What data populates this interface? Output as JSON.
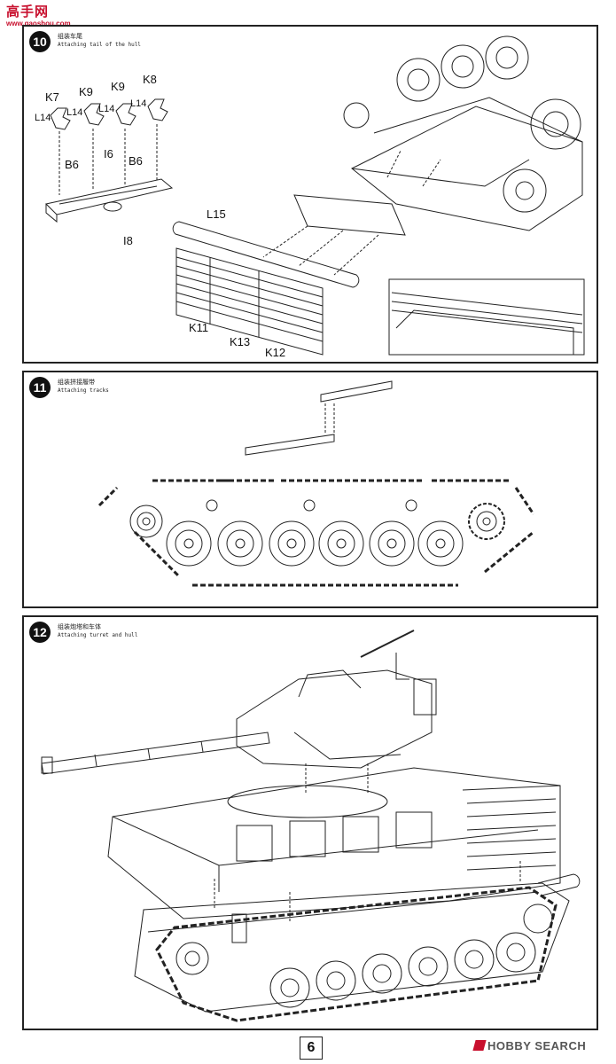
{
  "watermark": {
    "logo": "高手网",
    "url": "www.gaoshou.com"
  },
  "steps": [
    {
      "number": "10",
      "title_cn": "组装车尾",
      "title_en": "Attaching tail of the hull",
      "parts": [
        "K7",
        "K9",
        "K9",
        "K8",
        "L14",
        "L14",
        "L14",
        "L14",
        "B6",
        "I6",
        "B6",
        "I8",
        "L15",
        "K11",
        "K13",
        "K12"
      ]
    },
    {
      "number": "11",
      "title_cn": "组装拼接履带",
      "title_en": "Attaching tracks"
    },
    {
      "number": "12",
      "title_cn": "组装炮塔和车体",
      "title_en": "Attaching turret and hull"
    }
  ],
  "page_number": "6",
  "footer": {
    "brand": "HOBBY SEARCH"
  }
}
